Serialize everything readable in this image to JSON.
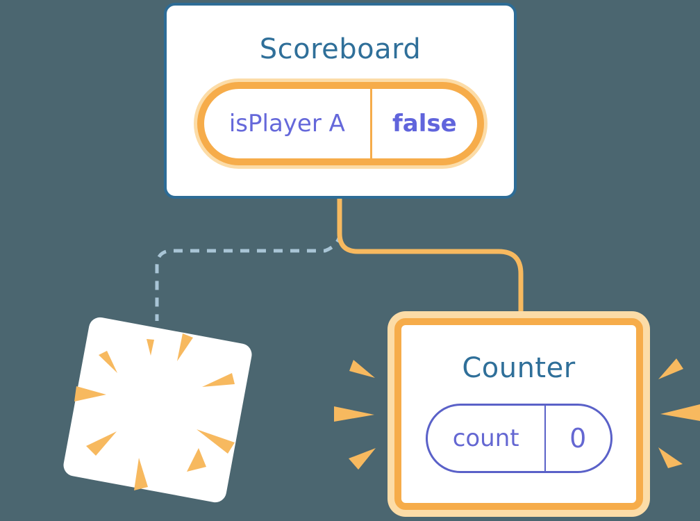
{
  "illustration": {
    "background_color": "#4B6670",
    "scoreboard": {
      "title": "Scoreboard",
      "state_pill": {
        "label": "isPlayer A",
        "value": "false"
      }
    },
    "counter": {
      "title": "Counter",
      "state_pill": {
        "label": "count",
        "value": "0"
      }
    },
    "connections": [
      {
        "from": "Scoreboard",
        "to": "Counter",
        "style": "solid-orange"
      },
      {
        "from": "Scoreboard",
        "to": "removed-component",
        "style": "dashed-gray-blue"
      }
    ],
    "icons": [
      "sparkles-icon",
      "burst-icon"
    ],
    "colors": {
      "card_background": "#FFFFFF",
      "scoreboard_border": "#2D6C96",
      "component_title": "#2F6F99",
      "state_text_purple": "#6568DA",
      "counter_pill_border": "#5A61C8",
      "highlight_orange": "#F6AC4A",
      "highlight_orange_light": "#FCDCA7",
      "burst_orange": "#F7B95F",
      "dashed_connector": "#A9C5D6"
    }
  }
}
